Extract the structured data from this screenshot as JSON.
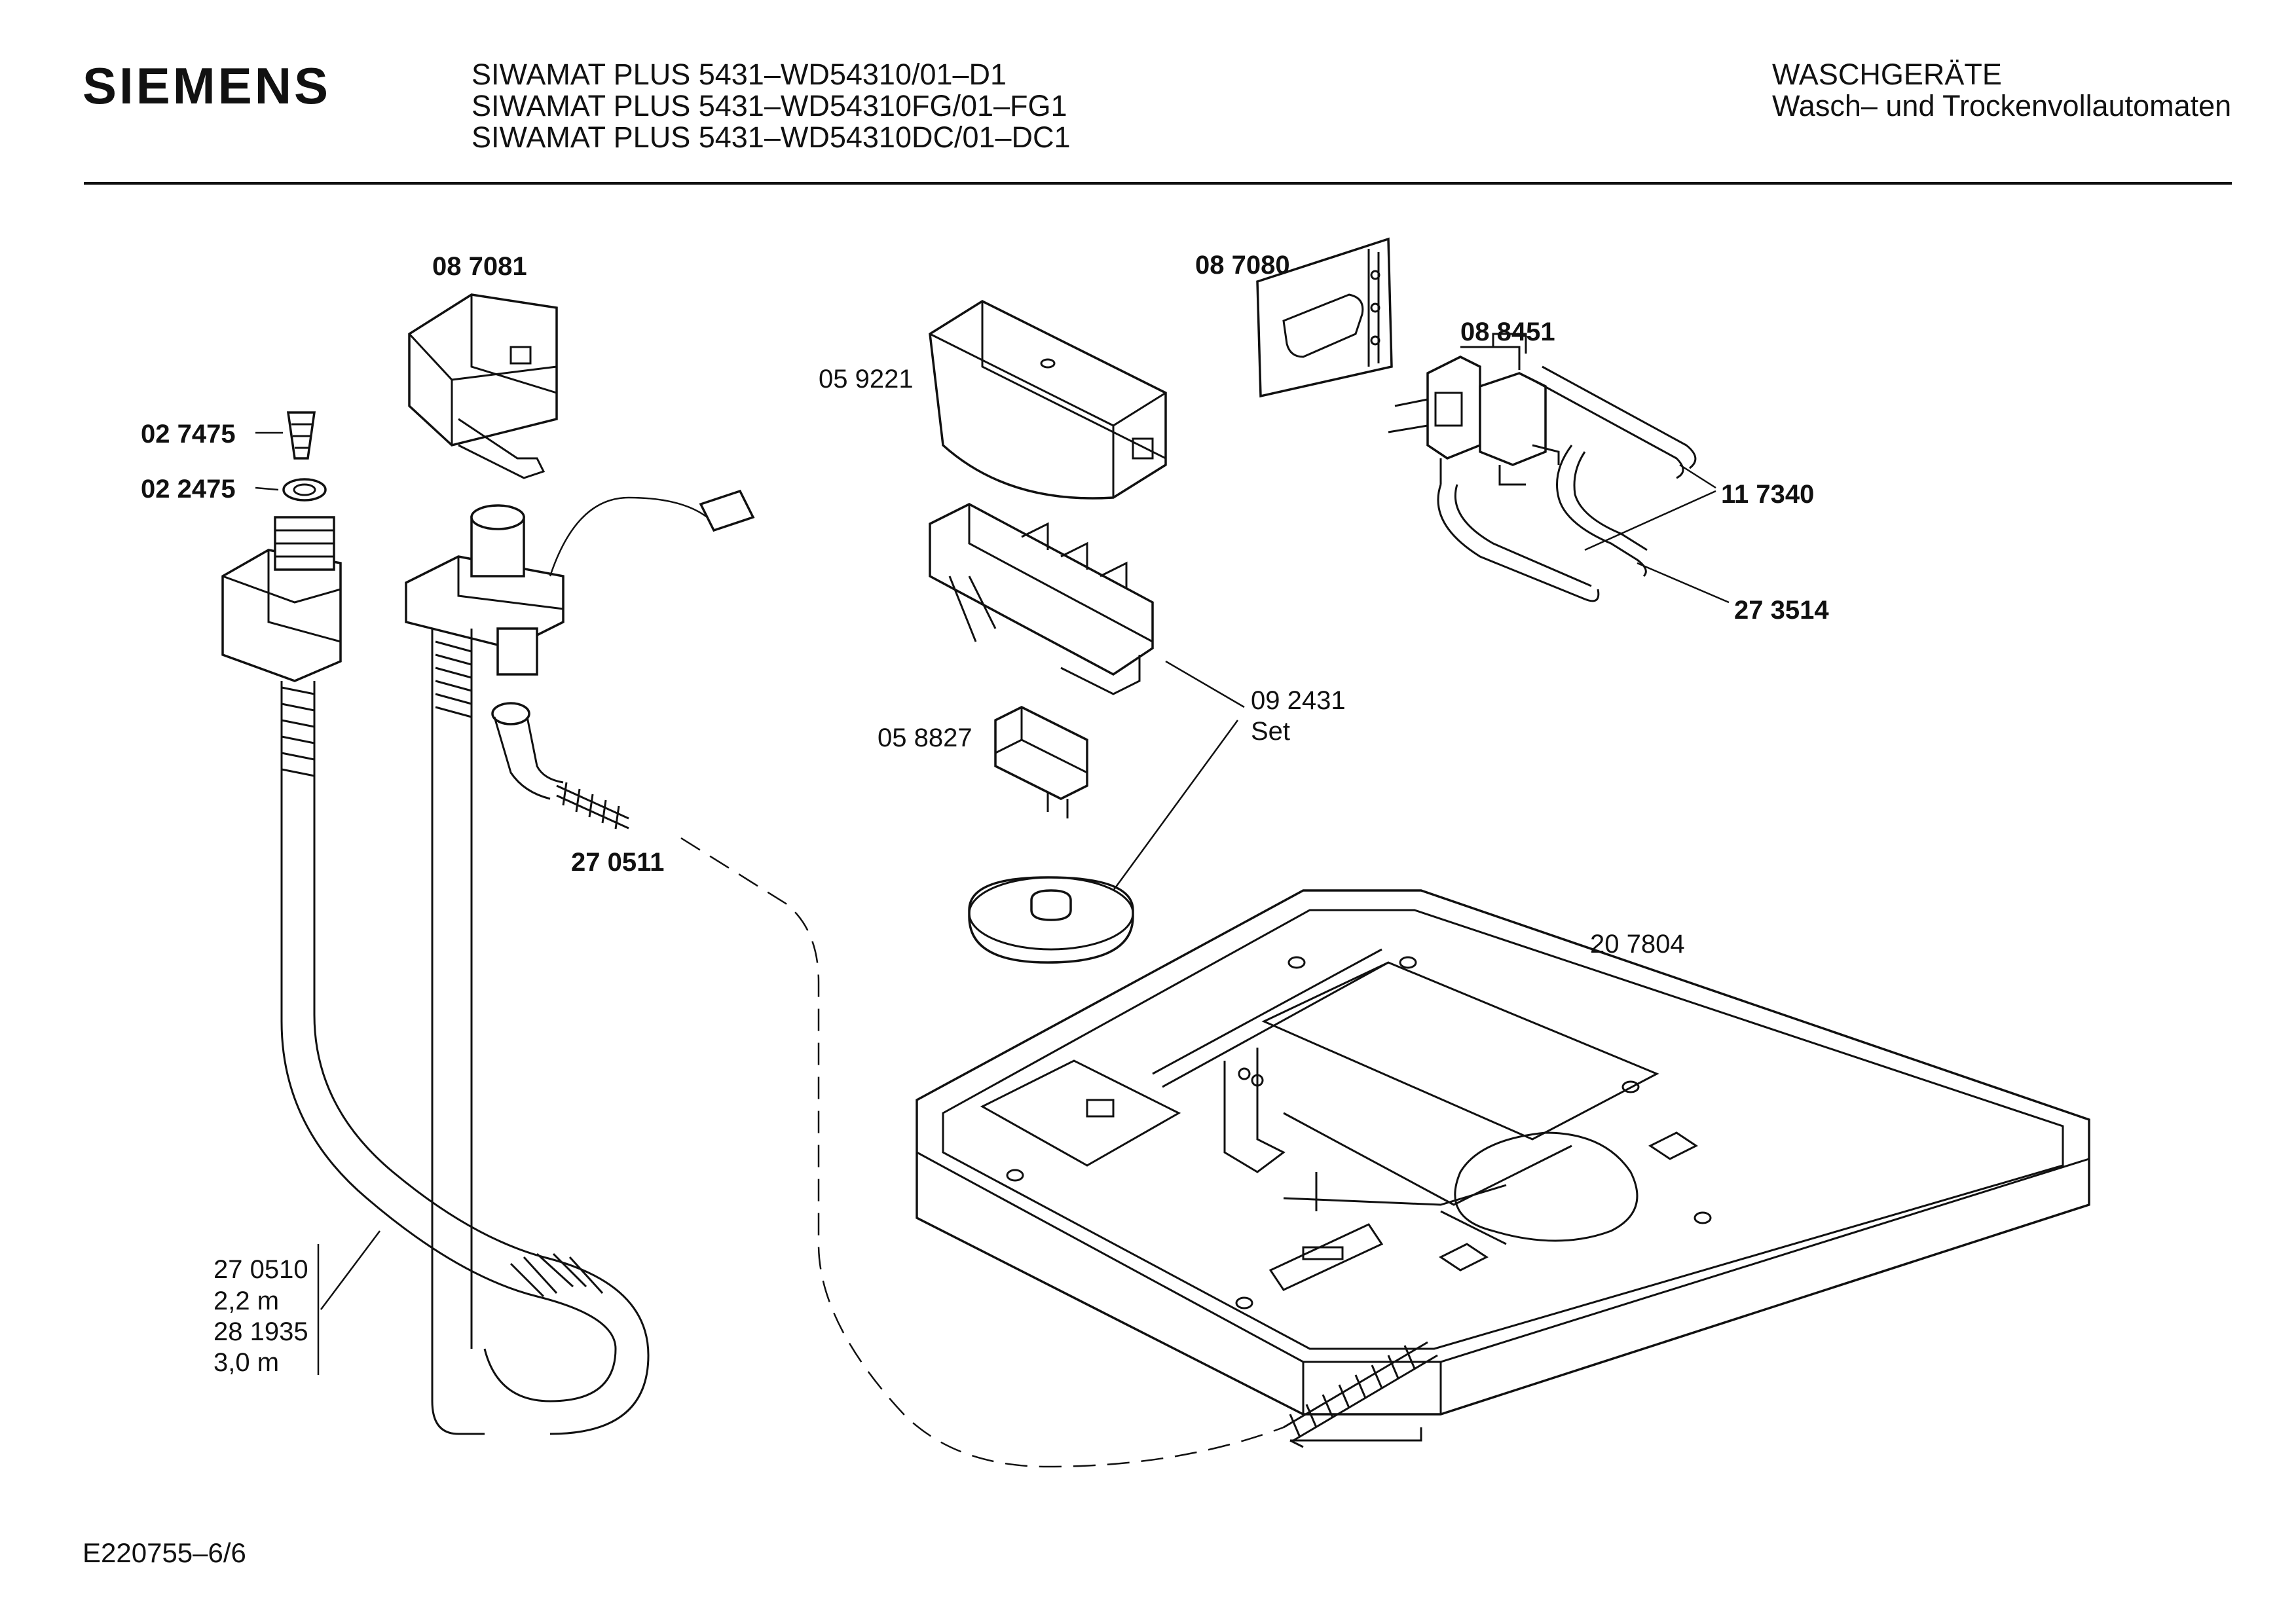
{
  "header": {
    "brand": "SIEMENS",
    "models": [
      "SIWAMAT PLUS 5431–WD54310/01–D1",
      "SIWAMAT PLUS 5431–WD54310FG/01–FG1",
      "SIWAMAT PLUS 5431–WD54310DC/01–DC1"
    ],
    "category": "WASCHGERÄTE",
    "subcategory": "Wasch– und Trockenvollautomaten"
  },
  "parts": {
    "p087081": "08 7081",
    "p027475": "02 7475",
    "p022475": "02 2475",
    "p059221": "05 9221",
    "p087080": "08 7080",
    "p088451": "08 8451",
    "p117340": "11 7340",
    "p273514": "27 3514",
    "p092431": "09 2431",
    "p092431_note": "Set",
    "p058827": "05 8827",
    "p270511": "27 0511",
    "p207804": "20 7804",
    "hose_a": "27 0510",
    "hose_a_len": "2,2 m",
    "hose_b": "28 1935",
    "hose_b_len": "3,0 m"
  },
  "footer": {
    "code": "E220755–6/6"
  }
}
